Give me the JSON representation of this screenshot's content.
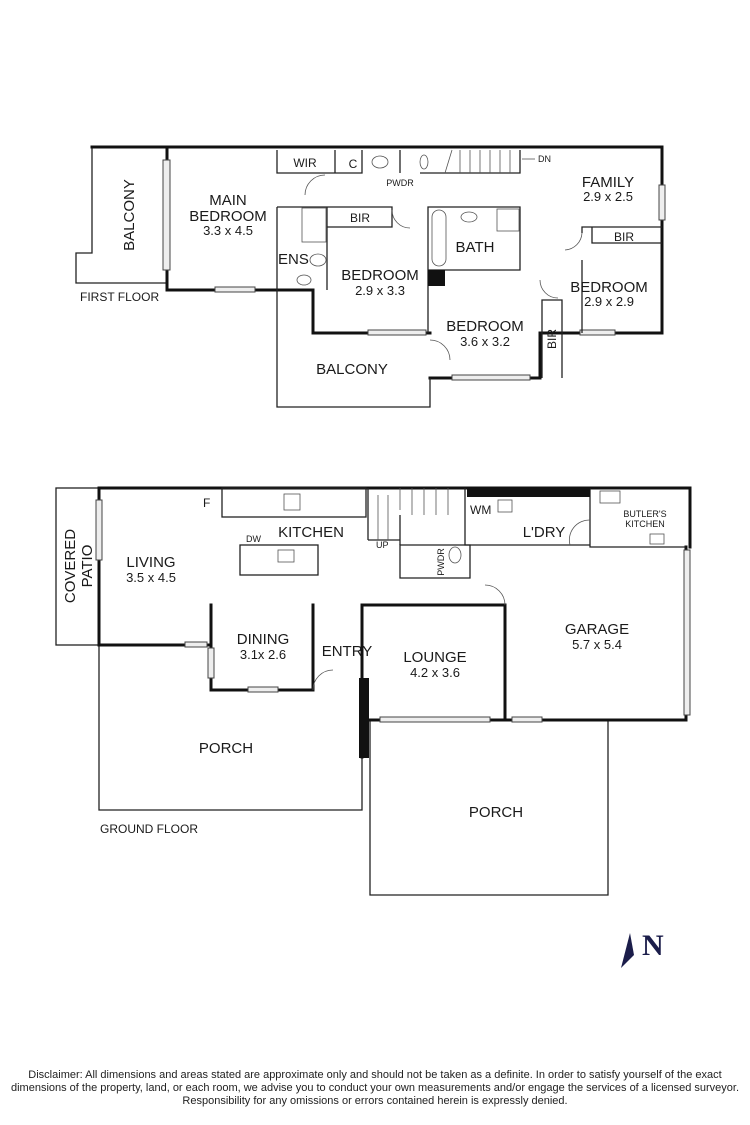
{
  "first_floor": {
    "label": "FIRST FLOOR",
    "rooms": {
      "balcony_left": "BALCONY",
      "main_bedroom": {
        "name1": "MAIN",
        "name2": "BEDROOM",
        "dims": "3.3 x 4.5"
      },
      "wir": "WIR",
      "c": "C",
      "pwdr": "PWDR",
      "dn": "DN",
      "family": {
        "name": "FAMILY",
        "dims": "2.9 x 2.5"
      },
      "bir_main": "BIR",
      "bir_family": "BIR",
      "bir_vertical": "BIR",
      "ens": "ENS",
      "bath": "BATH",
      "bedroom_a": {
        "name": "BEDROOM",
        "dims": "2.9 x 3.3"
      },
      "bedroom_b": {
        "name": "BEDROOM",
        "dims": "3.6 x 3.2"
      },
      "bedroom_c": {
        "name": "BEDROOM",
        "dims": "2.9 x 2.9"
      },
      "balcony_bottom": "BALCONY"
    }
  },
  "ground_floor": {
    "label": "GROUND FLOOR",
    "rooms": {
      "covered_patio": {
        "line1": "COVERED",
        "line2": "PATIO"
      },
      "living": {
        "name": "LIVING",
        "dims": "3.5 x 4.5"
      },
      "f": "F",
      "kitchen": "KITCHEN",
      "dw": "DW",
      "up": "UP",
      "wm": "WM",
      "laundry": "L'DRY",
      "pwdr": "PWDR",
      "butlers_kitchen": {
        "line1": "BUTLER'S",
        "line2": "KITCHEN"
      },
      "dining": {
        "name": "DINING",
        "dims": "3.1x 2.6"
      },
      "entry": "ENTRY",
      "lounge": {
        "name": "LOUNGE",
        "dims": "4.2 x 3.6"
      },
      "garage": {
        "name": "GARAGE",
        "dims": "5.7 x 5.4"
      },
      "porch_left": "PORCH",
      "porch_right": "PORCH"
    }
  },
  "compass": {
    "label": "N"
  },
  "disclaimer": "Disclaimer: All dimensions and areas stated are approximate only and should not be taken as a definite. In order to satisfy yourself of the exact dimensions of the property, land, or each room, we advise you to conduct your own measurements and/or engage the services of a licensed surveyor. Responsibility for any omissions or errors contained herein is expressly denied."
}
